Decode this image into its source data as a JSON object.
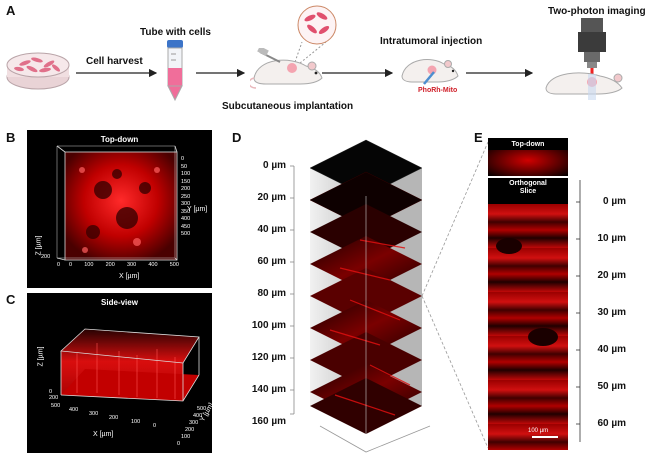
{
  "panels": {
    "A": {
      "label": "A",
      "steps": [
        {
          "text": "Cell harvest"
        },
        {
          "text": "Tube with cells"
        },
        {
          "text": "Subcutaneous implantation"
        },
        {
          "text": "Intratumoral injection"
        },
        {
          "text": "Two-photon imaging"
        }
      ],
      "probe": "PhoRh-Mito"
    },
    "B": {
      "label": "B",
      "title": "Top-down",
      "x_axis": "X [µm]",
      "y_axis": "Y [µm]",
      "z_axis": "Z [µm]",
      "x_ticks": [
        "0",
        "100",
        "200",
        "300",
        "400",
        "500"
      ],
      "y_ticks": [
        "0",
        "50",
        "100",
        "150",
        "200",
        "250",
        "300",
        "350",
        "400",
        "450",
        "500"
      ],
      "z_ticks": [
        "200",
        "0"
      ]
    },
    "C": {
      "label": "C",
      "title": "Side-view",
      "x_axis": "X [µm]",
      "y_axis": "Y [µm]",
      "z_axis": "Z [µm]",
      "x_ticks": [
        "500",
        "400",
        "300",
        "200",
        "100",
        "0"
      ],
      "y_ticks": [
        "0",
        "100",
        "200",
        "300",
        "400",
        "500"
      ],
      "z_ticks": [
        "0",
        "200"
      ]
    },
    "D": {
      "label": "D",
      "depths": [
        "0 µm",
        "20 µm",
        "40 µm",
        "60 µm",
        "80 µm",
        "100 µm",
        "120 µm",
        "140 µm",
        "160 µm"
      ]
    },
    "E": {
      "label": "E",
      "top_title": "Top-down",
      "slice_title": "Orthogonal\nSlice",
      "depths": [
        "0 µm",
        "10 µm",
        "20 µm",
        "30 µm",
        "40 µm",
        "50 µm",
        "60 µm"
      ],
      "scalebar": "100 µm"
    }
  },
  "colors": {
    "signal": "#e00000",
    "background": "#000000",
    "arrow": "#222222"
  }
}
